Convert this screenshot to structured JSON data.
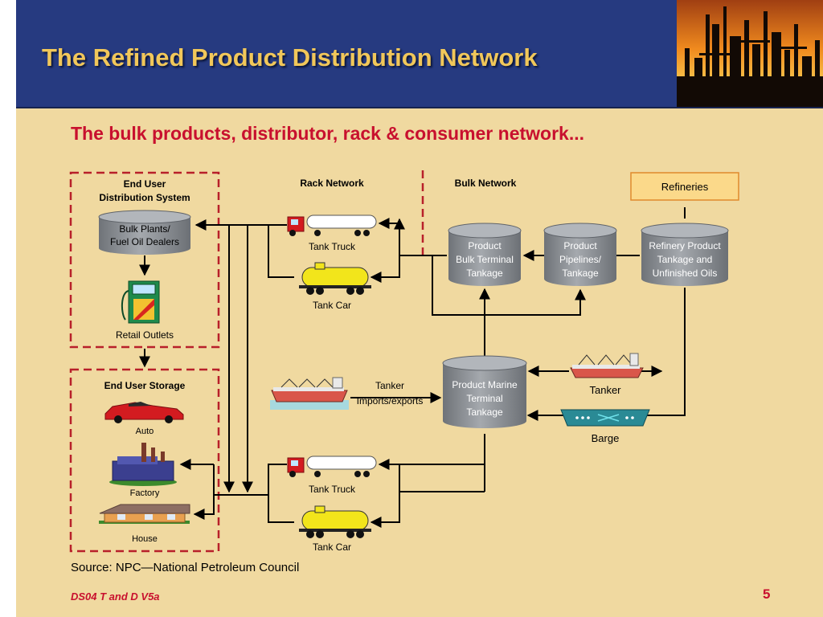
{
  "slide": {
    "title": "The Refined Product Distribution Network",
    "subtitle": "The bulk products, distributor, rack & consumer network...",
    "source": "Source: NPC—National Petroleum Council",
    "footer_label": "DS04 T and D V5a",
    "page_number": "5"
  },
  "colors": {
    "header_bg": "#263a80",
    "title_text": "#f1c75a",
    "accent_red": "#c8102e",
    "slide_bg": "#f0d9a0",
    "cylinder_fill": "#8f9399",
    "refineries_fill": "#fbd98a",
    "refineries_border": "#e08a2c"
  },
  "diagram": {
    "groups": {
      "end_user_distribution": {
        "line1": "End User",
        "line2": "Distribution System"
      },
      "end_user_storage": "End User Storage",
      "rack_network": "Rack Network",
      "bulk_network": "Bulk Network"
    },
    "nodes": {
      "refineries": "Refineries",
      "bulk_plants": [
        "Bulk Plants/",
        "Fuel Oil Dealers"
      ],
      "retail_outlets": "Retail Outlets",
      "auto": "Auto",
      "factory": "Factory",
      "house": "House",
      "tank_truck_top": "Tank Truck",
      "tank_car_top": "Tank Car",
      "tank_truck_bottom": "Tank Truck",
      "tank_car_bottom": "Tank Car",
      "product_bulk_terminal": [
        "Product",
        "Bulk Terminal",
        "Tankage"
      ],
      "product_pipelines": [
        "Product",
        "Pipelines/",
        "Tankage"
      ],
      "refinery_tankage": [
        "Refinery Product",
        "Tankage and",
        "Unfinished Oils"
      ],
      "product_marine_terminal": [
        "Product Marine",
        "Terminal",
        "Tankage"
      ],
      "tanker_imports": [
        "Tanker",
        "Imports/exports"
      ],
      "tanker": "Tanker",
      "barge": "Barge"
    },
    "icons": {
      "header_photo": "refinery-silhouette-icon",
      "tank_truck": "tank-truck-icon",
      "tank_car": "tank-car-icon",
      "gas_pump": "gas-pump-icon",
      "auto": "sports-car-icon",
      "factory": "factory-icon",
      "house": "house-icon",
      "tanker_ship": "tanker-ship-icon",
      "barge": "barge-icon"
    }
  }
}
